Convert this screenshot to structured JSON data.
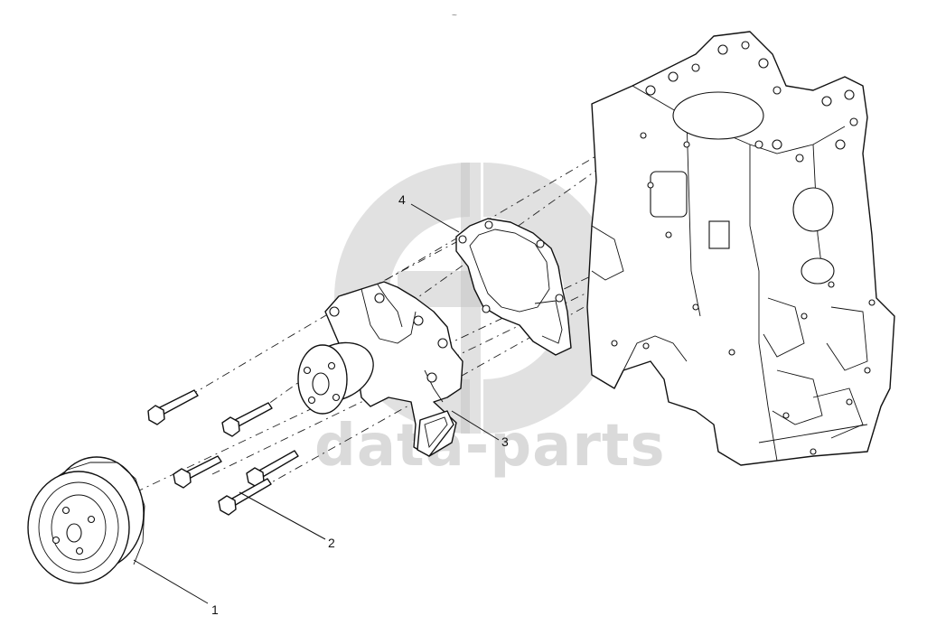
{
  "diagram": {
    "top_mark": "~",
    "callouts": [
      {
        "id": "1",
        "label": "1"
      },
      {
        "id": "2",
        "label": "2"
      },
      {
        "id": "3",
        "label": "3"
      },
      {
        "id": "4",
        "label": "4"
      }
    ]
  },
  "watermark": {
    "text": "data-parts",
    "color": "#bdbdbd"
  }
}
